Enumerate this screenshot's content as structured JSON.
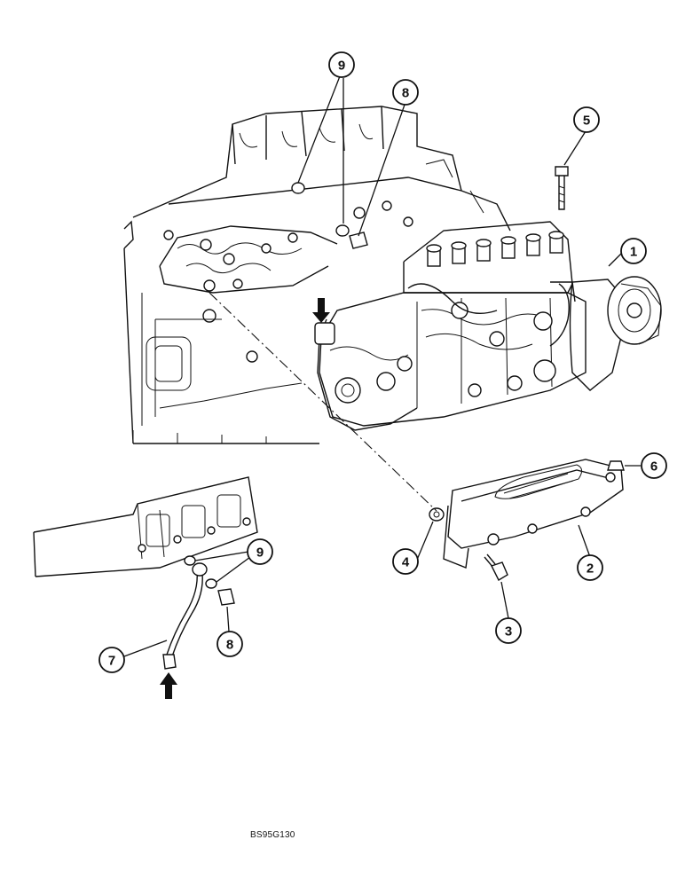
{
  "figure": {
    "code": "BS95G130"
  },
  "callouts": {
    "c1": "1",
    "c2": "2",
    "c3": "3",
    "c4": "4",
    "c5": "5",
    "c6": "6",
    "c7": "7",
    "c8_upper": "8",
    "c8_lower": "8",
    "c9_upper": "9",
    "c9_lower": "9"
  }
}
